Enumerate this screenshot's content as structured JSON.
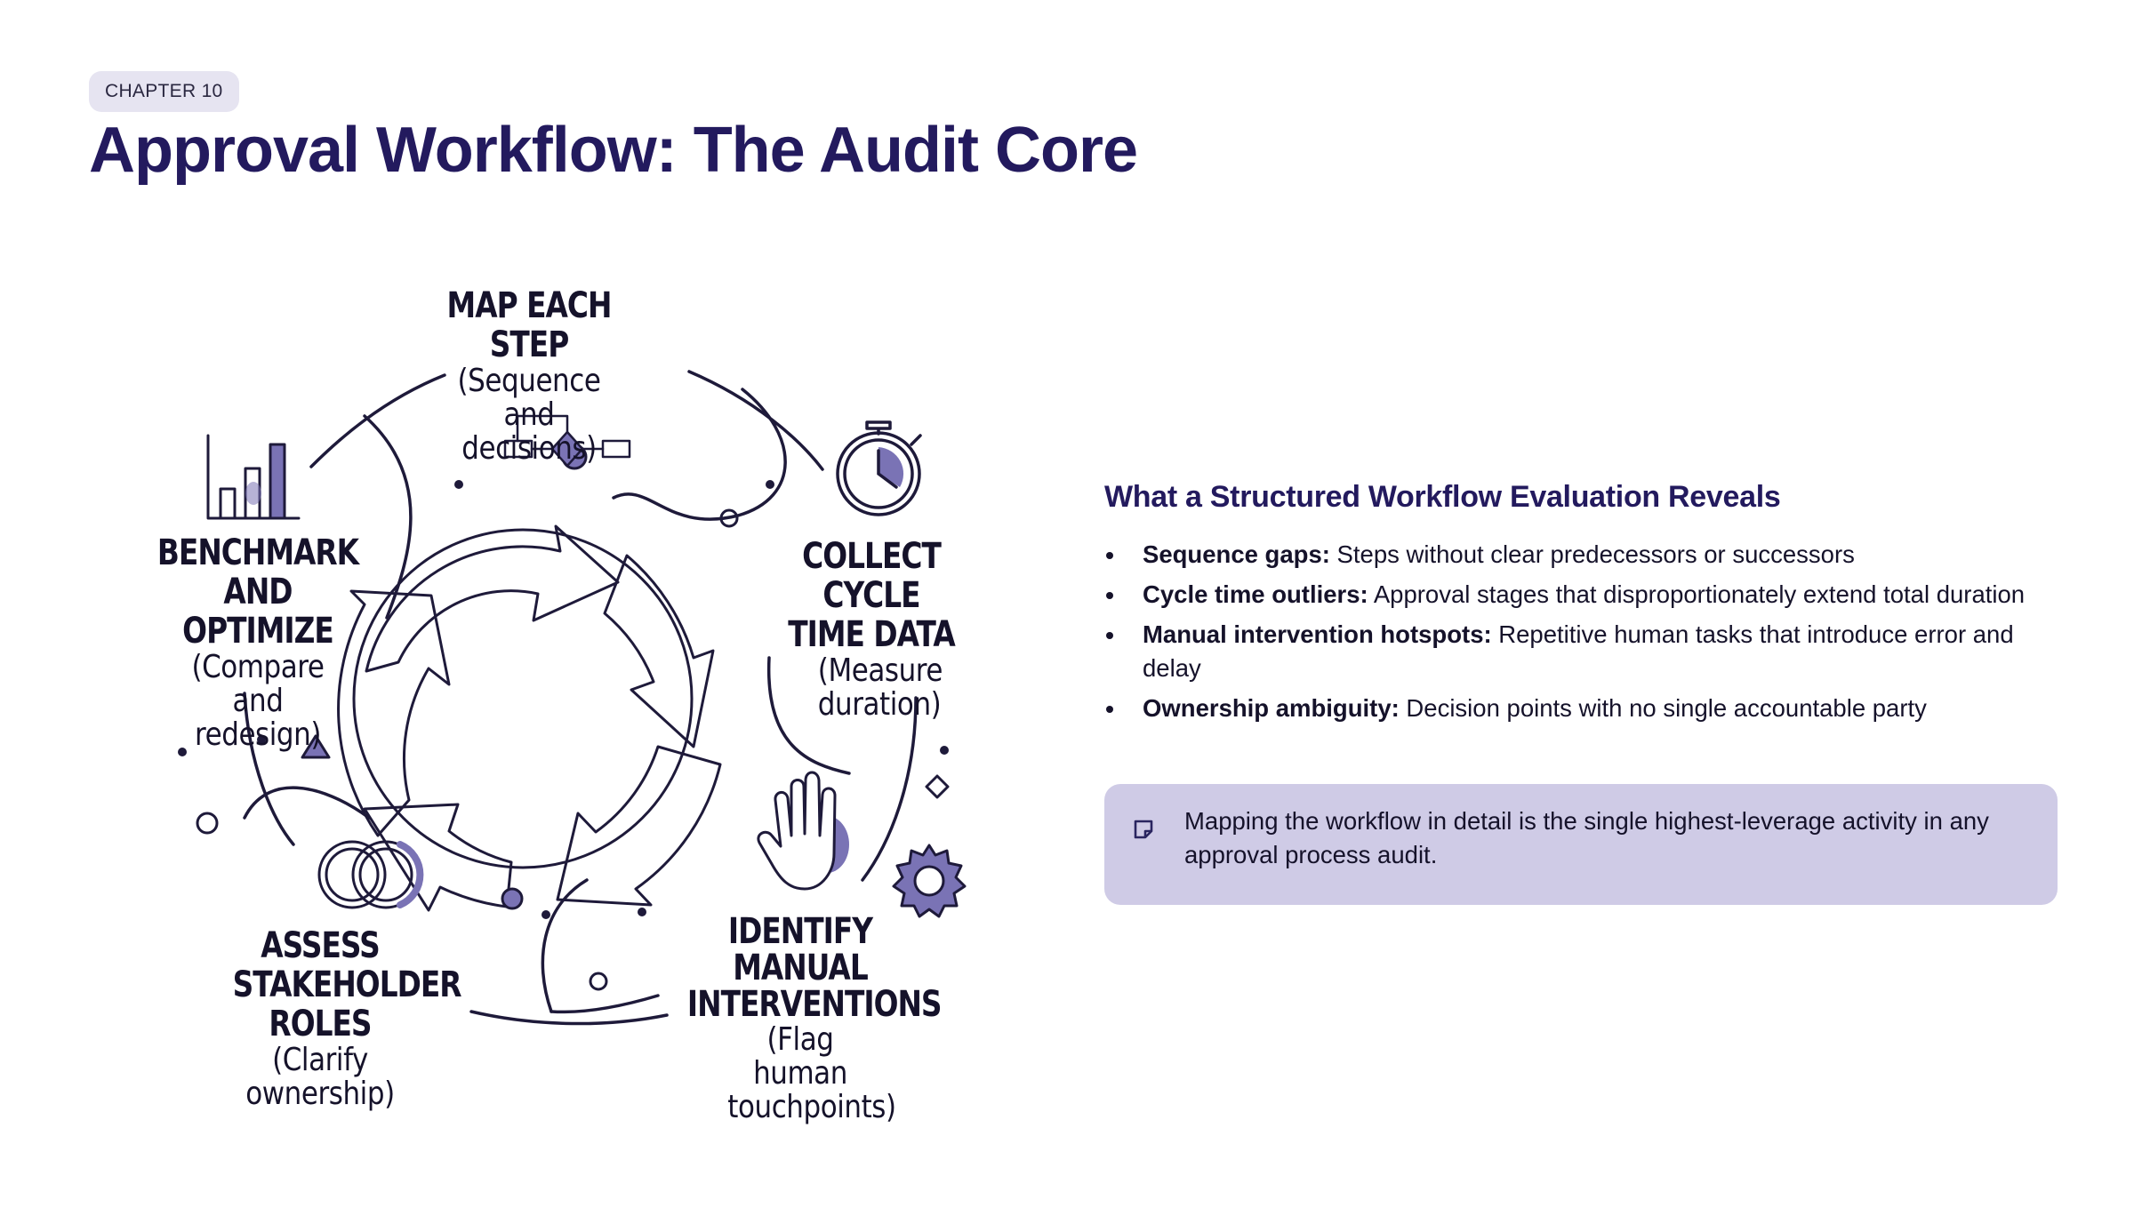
{
  "header": {
    "chapter": "CHAPTER 10",
    "title": "Approval Workflow: The Audit Core"
  },
  "diagram": {
    "steps": [
      {
        "title": "MAP EACH STEP",
        "subtitle": "(Sequence and decisions)",
        "icon": "flowchart-icon"
      },
      {
        "title": "COLLECT CYCLE TIME DATA",
        "subtitle": "(Measure duration)",
        "icon": "stopwatch-icon"
      },
      {
        "title": "IDENTIFY MANUAL INTERVENTIONS",
        "subtitle": "(Flag human touchpoints)",
        "icon": "hand-icon"
      },
      {
        "title": "ASSESS STAKEHOLDER ROLES",
        "subtitle": "(Clarify ownership)",
        "icon": "rings-icon"
      },
      {
        "title": "BENCHMARK AND OPTIMIZE",
        "subtitle": "(Compare and redesign)",
        "icon": "bar-chart-icon"
      }
    ],
    "colors": {
      "ink": "#1e1a3a",
      "accent": "#7a73b5"
    }
  },
  "panel": {
    "heading": "What a Structured Workflow Evaluation Reveals",
    "bullets": [
      {
        "term": "Sequence gaps:",
        "text": " Steps without clear predecessors or successors"
      },
      {
        "term": "Cycle time outliers:",
        "text": " Approval stages that disproportionately extend total duration"
      },
      {
        "term": "Manual intervention hotspots:",
        "text": " Repetitive human tasks that introduce error and delay"
      },
      {
        "term": "Ownership ambiguity:",
        "text": " Decision points with no single accountable party"
      }
    ]
  },
  "callout": {
    "icon": "note-icon",
    "text": "Mapping the workflow in detail is the single highest-leverage activity in any approval process audit."
  },
  "colors": {
    "title": "#231a5e",
    "badge_bg": "#e6e4f1",
    "callout_bg": "#cfcbe6"
  }
}
